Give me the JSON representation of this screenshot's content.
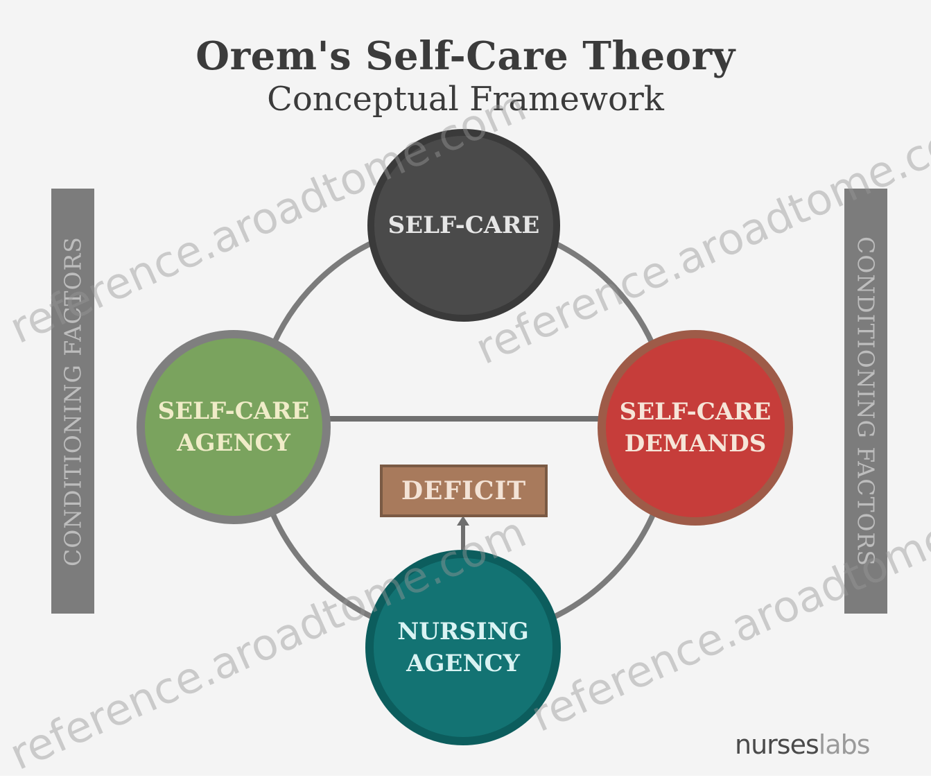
{
  "title": "Orem's Self-Care Theory",
  "subtitle": "Conceptual Framework",
  "side_bars": {
    "left_label": "CONDITIONING FACTORS",
    "right_label": "CONDITIONING FACTORS"
  },
  "nodes": {
    "self_care": "SELF-CARE",
    "self_care_agency": "SELF-CARE\nAGENCY",
    "self_care_demands": "SELF-CARE\nDEMANDS",
    "nursing_agency": "NURSING\nAGENCY"
  },
  "deficit": "DEFICIT",
  "watermark": "reference.aroadtome.com",
  "logo": {
    "main": "nurses",
    "suffix": "labs"
  },
  "colors": {
    "background": "#f4f4f4",
    "title": "#3b3b3b",
    "side_bar": "#7c7c7c",
    "ring": "#7b7b7b",
    "self_care": "#4a4a4a",
    "self_care_agency": "#7aa35e",
    "self_care_demands": "#c63d3a",
    "nursing_agency": "#137373",
    "deficit": "#a87a5c"
  }
}
